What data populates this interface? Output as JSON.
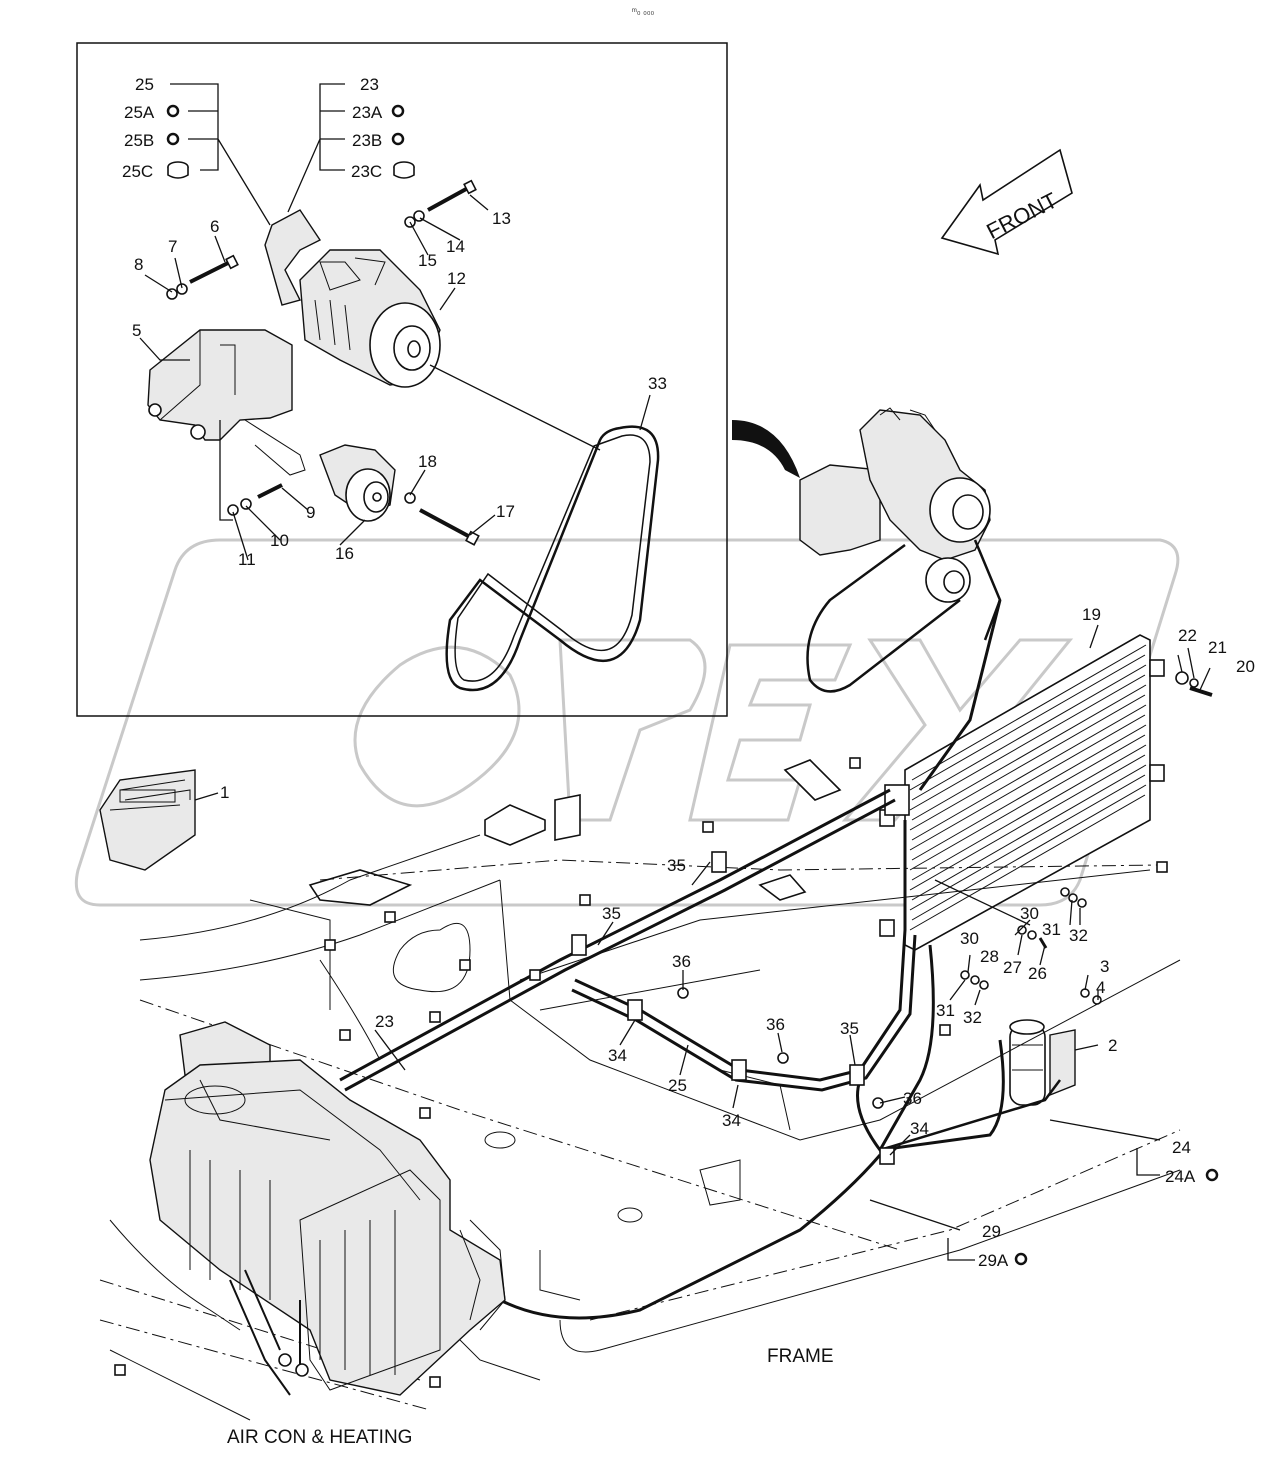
{
  "header": {
    "code": "ᵐ₀ ₀₀₀"
  },
  "front_arrow": {
    "label": "FRONT"
  },
  "watermark": {
    "text": "OPEX"
  },
  "captions": {
    "frame": "FRAME",
    "aircon": "AIR CON & HEATING"
  },
  "part_labels": {
    "p1": "1",
    "p2": "2",
    "p3": "3",
    "p4": "4",
    "p5": "5",
    "p6": "6",
    "p7": "7",
    "p8": "8",
    "p9": "9",
    "p10": "10",
    "p11": "11",
    "p12": "12",
    "p13": "13",
    "p14": "14",
    "p15": "15",
    "p16": "16",
    "p17": "17",
    "p18": "18",
    "p19": "19",
    "p20": "20",
    "p21": "21",
    "p22": "22",
    "p23": "23",
    "p23a": "23A",
    "p23b": "23B",
    "p23c": "23C",
    "p23_hose": "23",
    "p24": "24",
    "p24a": "24A",
    "p25": "25",
    "p25a": "25A",
    "p25b": "25B",
    "p25c": "25C",
    "p25_hose": "25",
    "p26": "26",
    "p27": "27",
    "p28": "28",
    "p29": "29",
    "p29a": "29A",
    "p30a": "30",
    "p30b": "30",
    "p31a": "31",
    "p31b": "31",
    "p32a": "32",
    "p32b": "32",
    "p33": "33",
    "p34a": "34",
    "p34b": "34",
    "p34c": "34",
    "p35a": "35",
    "p35b": "35",
    "p35c": "35",
    "p36a": "36",
    "p36b": "36",
    "p36c": "36"
  },
  "colors": {
    "line": "#111111",
    "watermark": "#c9c9c9",
    "background": "#ffffff"
  }
}
